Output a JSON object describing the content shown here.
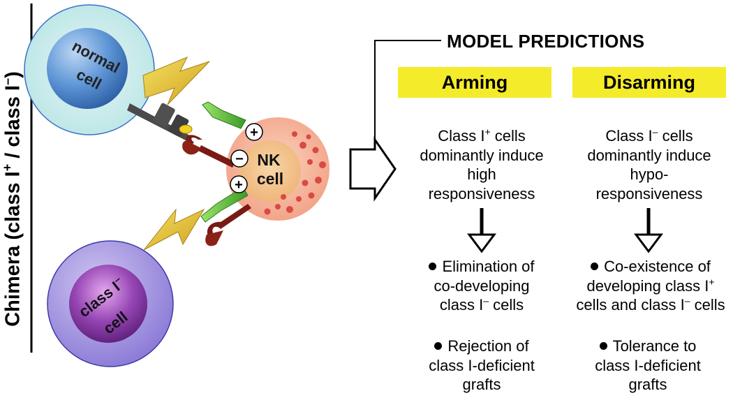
{
  "vertical_title": {
    "prefix": "Chimera (class I",
    "sup1": "+",
    "mid": " / class I",
    "sup2": "–",
    "suffix": ")"
  },
  "cells": {
    "normal": {
      "line1": "normal",
      "line2": "cell"
    },
    "class_minus": {
      "line1": "class I",
      "sup": "–",
      "line2": "cell"
    },
    "nk": {
      "line1": "NK",
      "line2": "cell"
    }
  },
  "signs": {
    "plus": "+",
    "minus": "−"
  },
  "predictions": {
    "title": "MODEL PREDICTIONS",
    "arming": {
      "header": "Arming",
      "induce": {
        "l1a": "Class I",
        "l1sup": "+",
        "l1b": " cells",
        "l2": "dominantly induce",
        "l3": "high",
        "l4": "responsiveness"
      },
      "outcome1": {
        "l1": "Elimination of",
        "l2": "co-developing",
        "l3a": "class I",
        "l3sup": "–",
        "l3b": " cells"
      },
      "outcome2": {
        "l1": "Rejection of",
        "l2": "class I-deficient",
        "l3": "grafts"
      }
    },
    "disarming": {
      "header": "Disarming",
      "induce": {
        "l1a": "Class I",
        "l1sup": "–",
        "l1b": " cells",
        "l2": "dominantly induce",
        "l3": "hypo-",
        "l4": "responsiveness"
      },
      "outcome1": {
        "l1": "Co-existence of",
        "l2a": "developing class I",
        "l2sup": "+",
        "l3a": "cells and class I",
        "l3sup": "–",
        "l3b": " cells"
      },
      "outcome2": {
        "l1": "Tolerance to",
        "l2": "class I-deficient",
        "l3": "grafts"
      }
    }
  },
  "colors": {
    "normal_outer": "#c9ecec",
    "normal_inner": "#4d86cc",
    "classminus_outer": "#8f7fd8",
    "classminus_inner": "#6a2d8c",
    "nk_outer": "#f3a78a",
    "nk_inner": "#f4c88e",
    "nk_dots": "#d84a42",
    "activating": "#5bbf3a",
    "inhibitory": "#7a1a14",
    "mhc": "#4a4a4a",
    "ligand": "#f0c030",
    "header_bg": "#f4ec2a"
  }
}
